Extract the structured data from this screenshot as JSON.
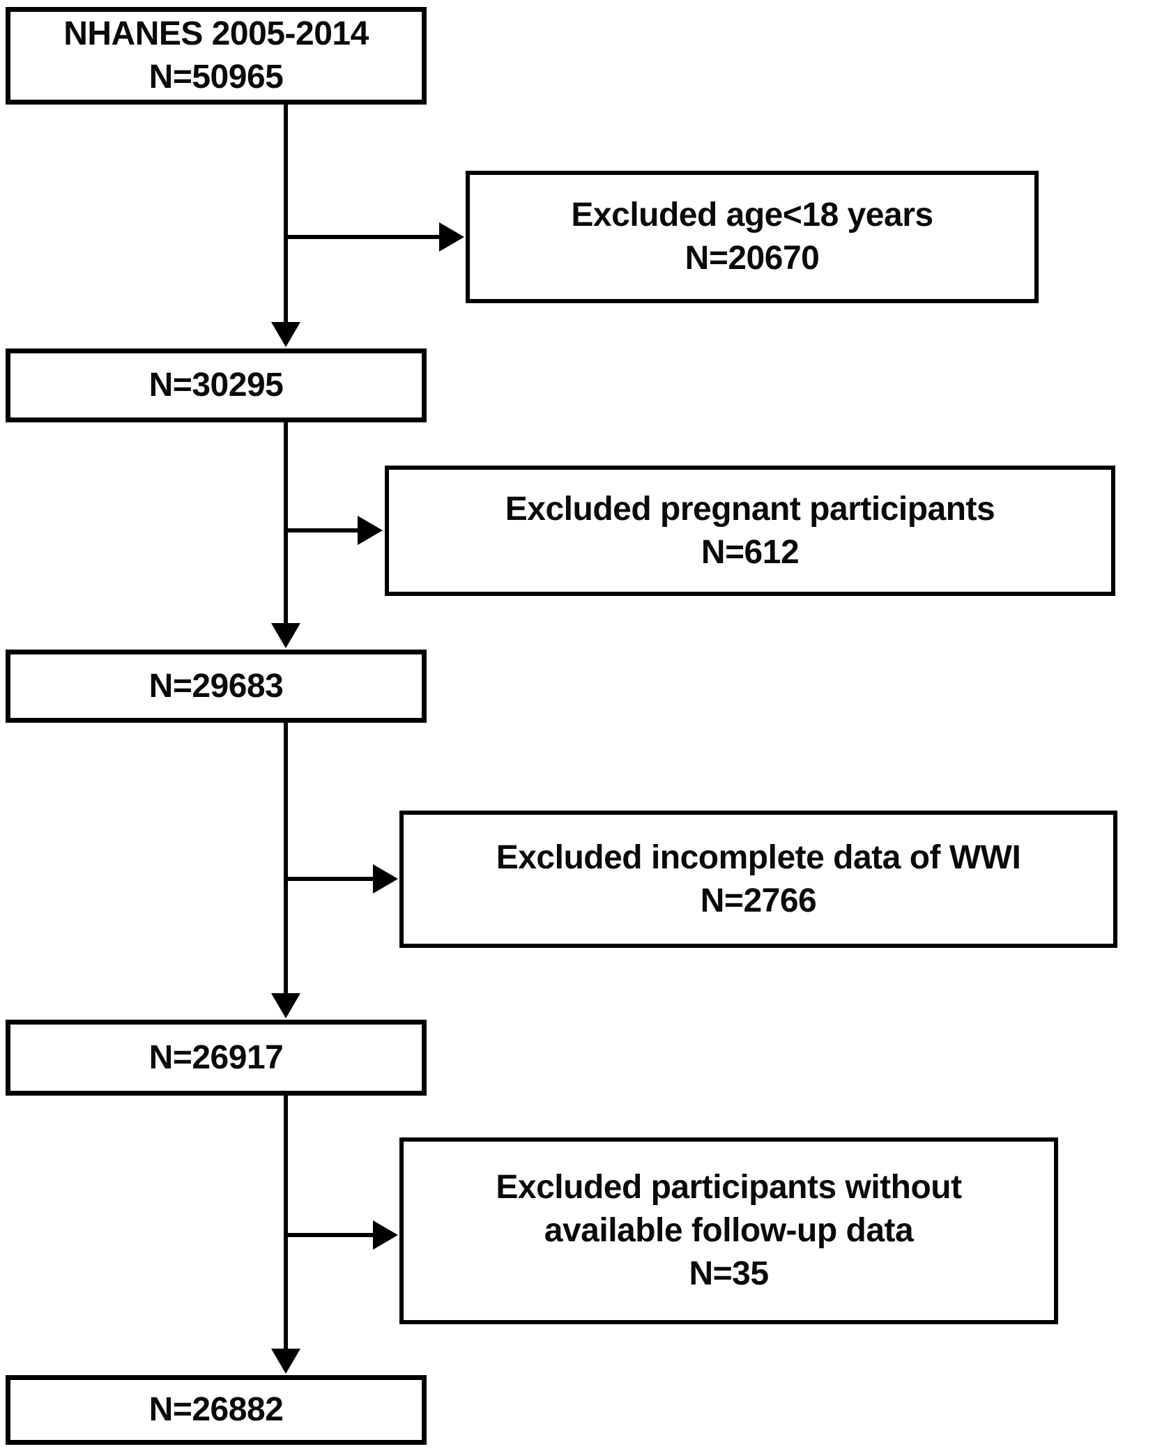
{
  "diagram": {
    "type": "flowchart",
    "description": "Participant selection flow diagram",
    "colors": {
      "box_border": "#000000",
      "text": "#0a0a0a",
      "background": "#ffffff"
    },
    "nodes": {
      "nhanes": {
        "line1": "NHANES 2005-2014",
        "line2": "N=50965"
      },
      "excluded_age": {
        "line1": "Excluded age<18 years",
        "line2": "N=20670"
      },
      "after_age": {
        "line1": "N=30295"
      },
      "excluded_pregnant": {
        "line1": "Excluded pregnant participants",
        "line2": "N=612"
      },
      "after_pregnant": {
        "line1": "N=29683"
      },
      "excluded_wwi": {
        "line1": "Excluded incomplete data of WWI",
        "line2": "N=2766"
      },
      "after_wwi": {
        "line1": "N=26917"
      },
      "excluded_followup": {
        "line1": "Excluded participants without",
        "line2": "available follow-up data",
        "line3": "N=35"
      },
      "final_sample": {
        "line1": "N=26882"
      }
    }
  }
}
